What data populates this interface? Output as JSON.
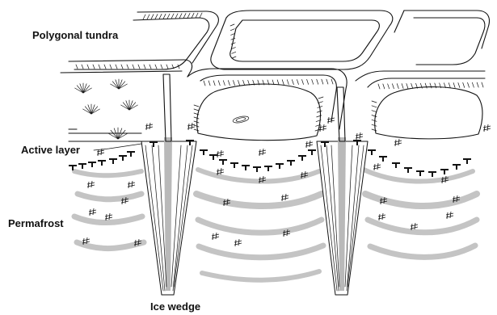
{
  "labels": {
    "polygonal_tundra": "Polygonal tundra",
    "active_layer": "Active layer",
    "permafrost": "Permafrost",
    "ice_wedge": "Ice wedge"
  }
}
